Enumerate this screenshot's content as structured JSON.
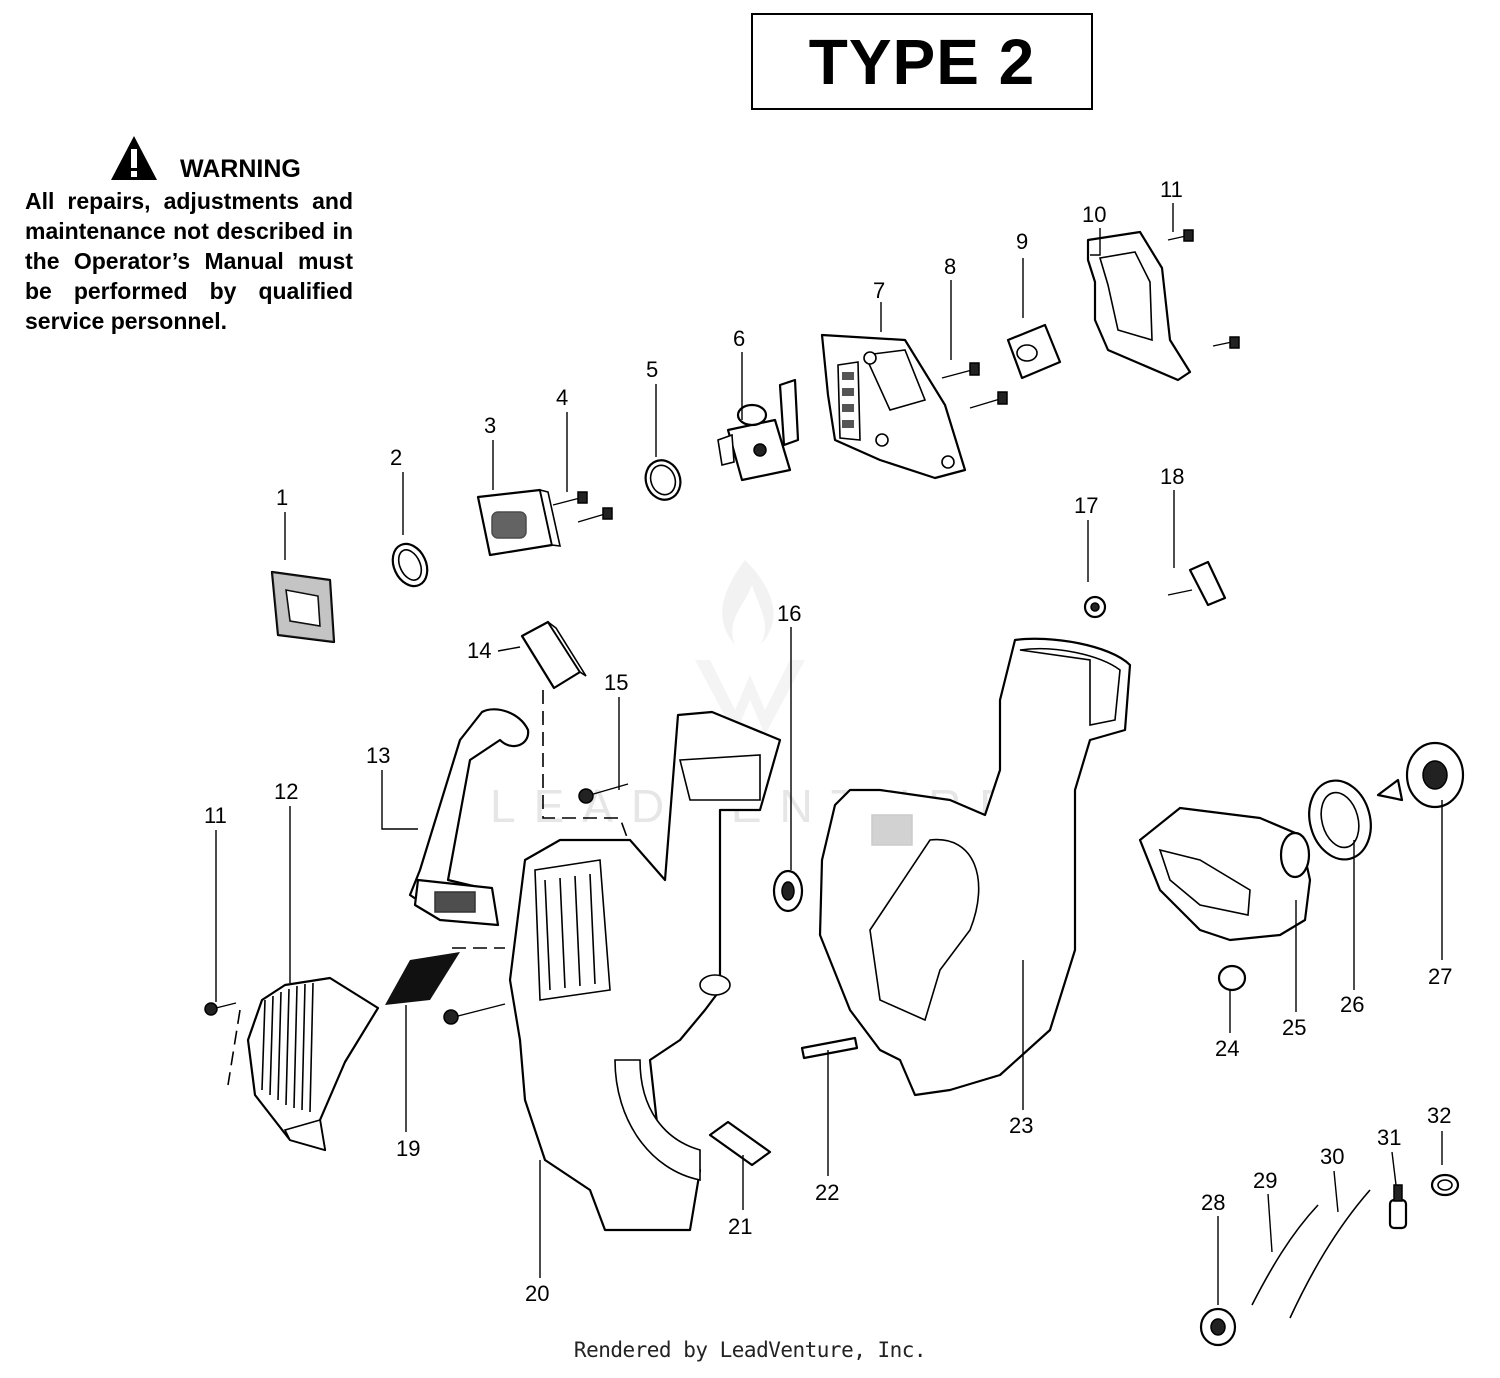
{
  "title": "TYPE 2",
  "warning": {
    "icon": "warning-triangle-icon",
    "heading": "WARNING",
    "text": "All repairs, adjustments and maintenance not described in the Operator’s Manual must be performed by qualified service personnel."
  },
  "callouts": [
    "1",
    "2",
    "3",
    "4",
    "5",
    "6",
    "7",
    "8",
    "9",
    "10",
    "11",
    "11",
    "12",
    "13",
    "14",
    "15",
    "16",
    "17",
    "18",
    "19",
    "20",
    "21",
    "22",
    "23",
    "24",
    "25",
    "26",
    "27",
    "28",
    "29",
    "30",
    "31",
    "32"
  ],
  "watermark": "LEADVENTURE",
  "footer": "Rendered by LeadVenture, Inc."
}
